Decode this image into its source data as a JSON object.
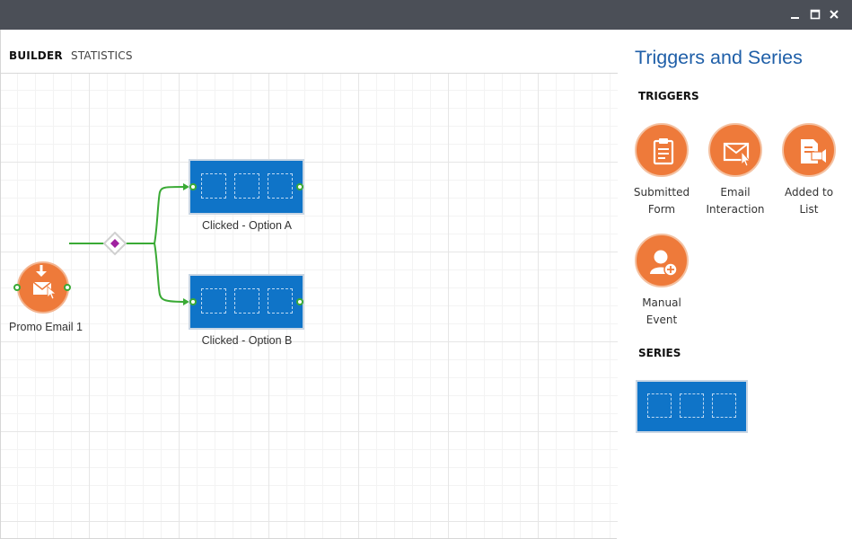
{
  "window": {
    "controls": {
      "minimize": "minimize-icon",
      "maximize": "maximize-icon",
      "close": "close-icon"
    }
  },
  "tabs": [
    {
      "label": "BUILDER",
      "active": true
    },
    {
      "label": "STATISTICS",
      "active": false
    }
  ],
  "canvas": {
    "nodes": {
      "email": {
        "label": "Promo Email 1",
        "icon": "email-cursor-icon"
      },
      "decision": {
        "icon": "diamond-icon"
      },
      "series_a": {
        "label": "Clicked - Option A"
      },
      "series_b": {
        "label": "Clicked - Option B"
      }
    },
    "colors": {
      "node_orange": "#ee7a3a",
      "series_blue": "#0f74c8",
      "connector_green": "#3aaa35",
      "decision_purple": "#a020a0"
    }
  },
  "panel": {
    "title": "Triggers and Series",
    "triggers_heading": "TRIGGERS",
    "series_heading": "SERIES",
    "triggers": [
      {
        "line1": "Submitted",
        "line2": "Form",
        "icon": "clipboard-icon"
      },
      {
        "line1": "Email",
        "line2": "Interaction",
        "icon": "email-cursor-icon"
      },
      {
        "line1": "Added to",
        "line2": "List",
        "icon": "list-add-icon"
      },
      {
        "line1": "Manual",
        "line2": "Event",
        "icon": "user-add-icon"
      }
    ]
  }
}
